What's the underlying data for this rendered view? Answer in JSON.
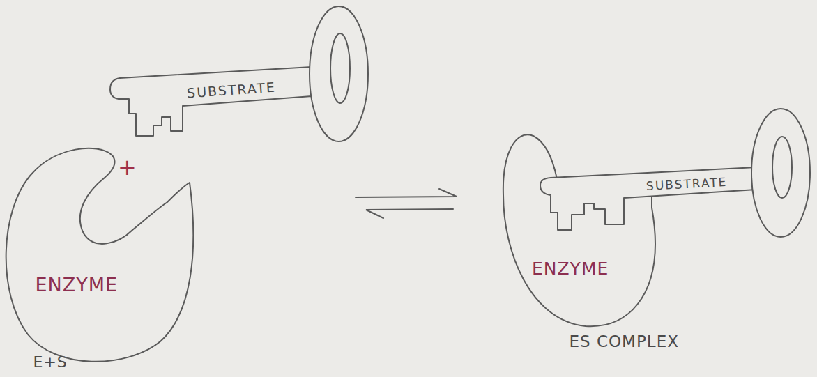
{
  "diagram": {
    "nodes": [
      {
        "text": [
          "SUBSTRATE"
        ]
      },
      {
        "text": [
          "ENZYME"
        ]
      },
      {
        "text": [
          "ENZYME"
        ]
      },
      {
        "text": [
          "SUBSTRATE"
        ]
      }
    ],
    "labels": [
      "+",
      "E+S",
      "ES COMPLEX"
    ]
  }
}
